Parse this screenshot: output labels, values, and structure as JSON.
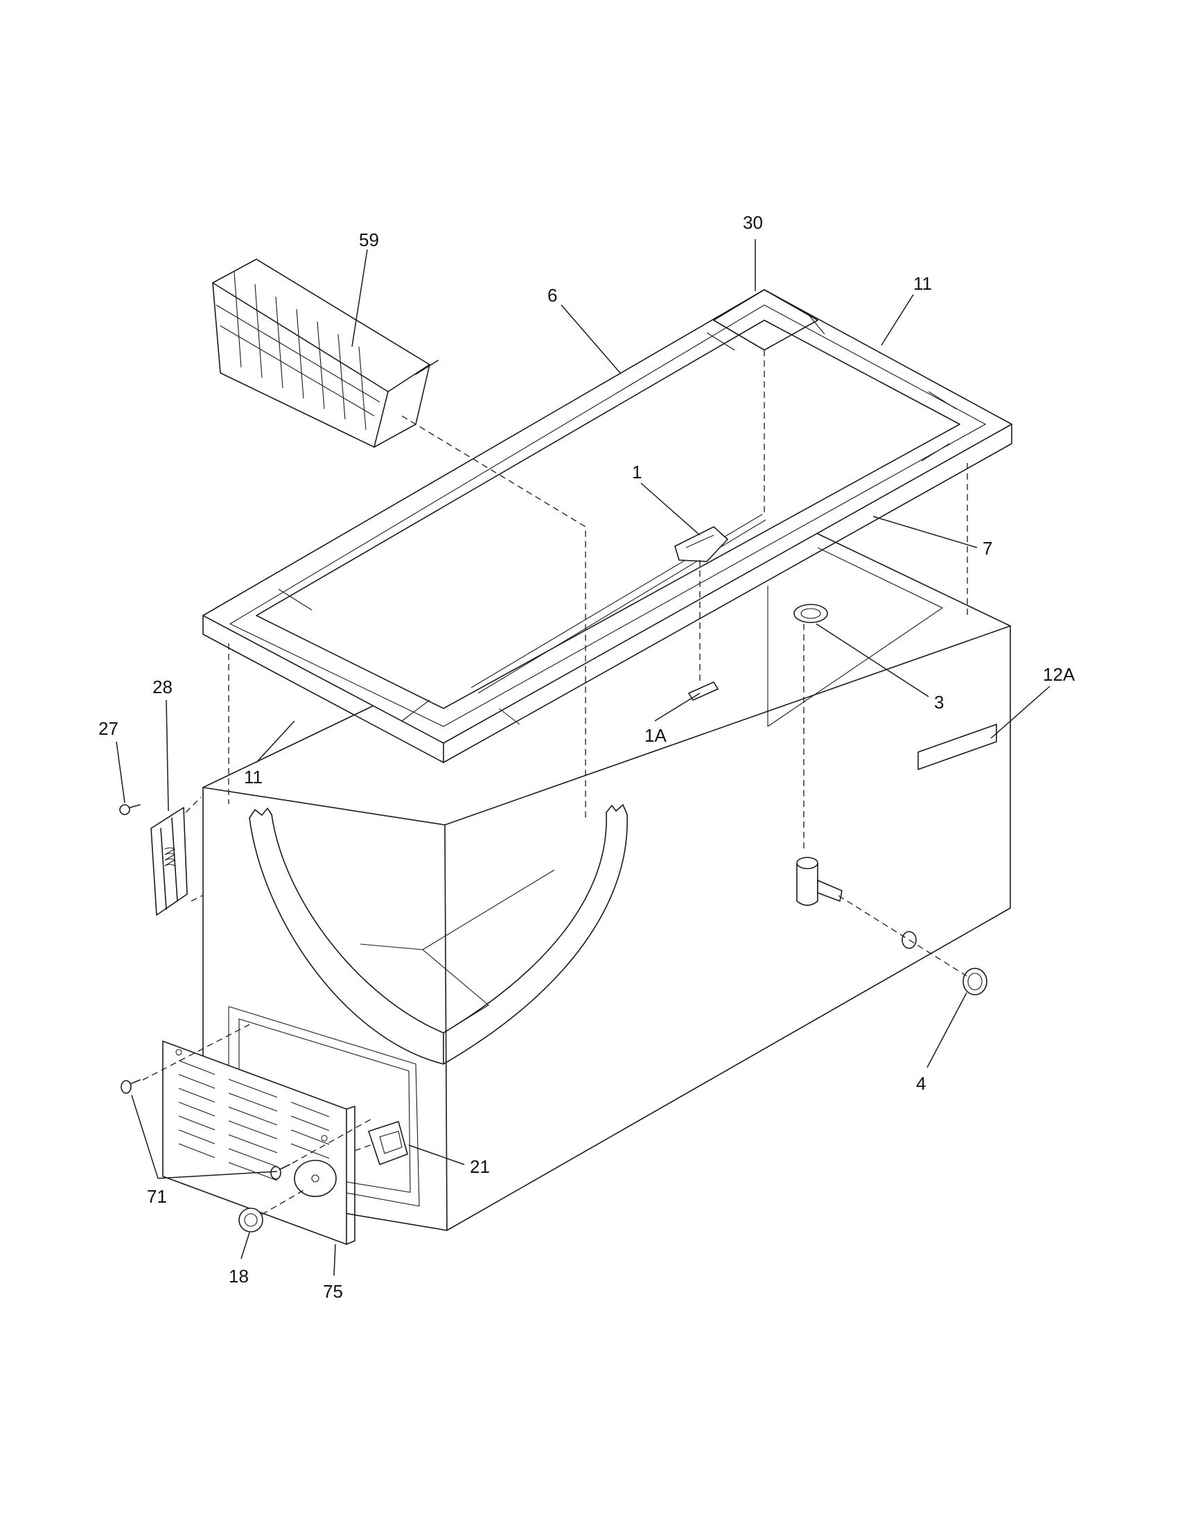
{
  "diagram": {
    "callouts": [
      {
        "id": "p59",
        "text": "59"
      },
      {
        "id": "p30",
        "text": "30"
      },
      {
        "id": "p6",
        "text": "6"
      },
      {
        "id": "p11a",
        "text": "11"
      },
      {
        "id": "p1",
        "text": "1"
      },
      {
        "id": "p7",
        "text": "7"
      },
      {
        "id": "p12a",
        "text": "12A"
      },
      {
        "id": "p3",
        "text": "3"
      },
      {
        "id": "p28",
        "text": "28"
      },
      {
        "id": "p27",
        "text": "27"
      },
      {
        "id": "p11b",
        "text": "11"
      },
      {
        "id": "p1a",
        "text": "1A"
      },
      {
        "id": "p4",
        "text": "4"
      },
      {
        "id": "p21",
        "text": "21"
      },
      {
        "id": "p71",
        "text": "71"
      },
      {
        "id": "p18",
        "text": "18"
      },
      {
        "id": "p75",
        "text": "75"
      }
    ]
  }
}
